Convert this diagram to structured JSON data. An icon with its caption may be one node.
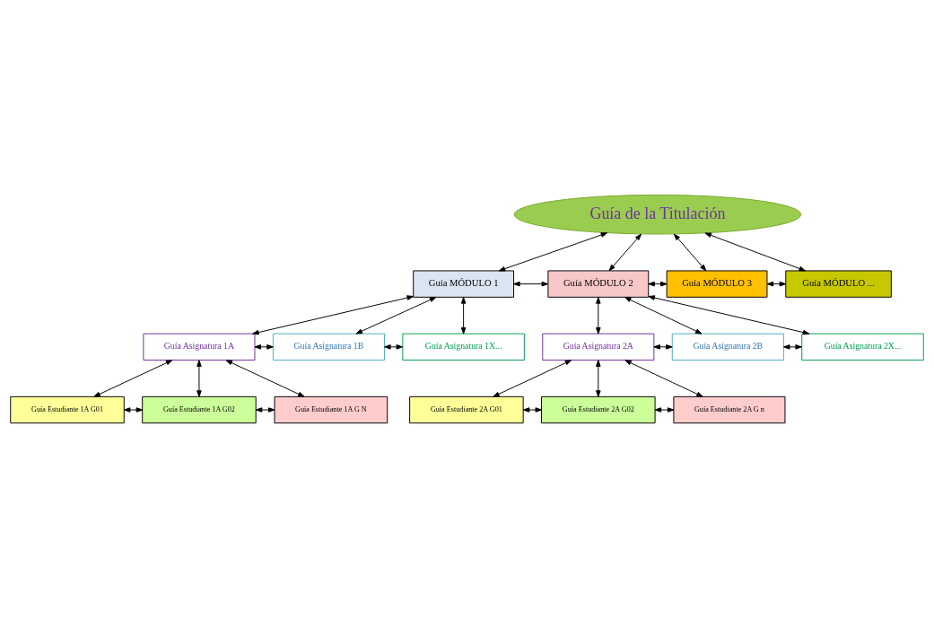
{
  "diagram": {
    "nodes": [
      {
        "text": [
          "Guía de la Titulación"
        ]
      },
      {
        "text": [
          "Guía MÓDULO 1"
        ]
      },
      {
        "text": [
          "Guía MÓDULO 2"
        ]
      },
      {
        "text": [
          "Guía MÓDULO 3"
        ]
      },
      {
        "text": [
          "Guía MÓDULO ..."
        ]
      },
      {
        "text": [
          "Guía Asignatura 1A"
        ]
      },
      {
        "text": [
          "Guía Asignatura 1B"
        ]
      },
      {
        "text": [
          "Guía Asignatura 1X..."
        ]
      },
      {
        "text": [
          "Guía Asignatura 2A"
        ]
      },
      {
        "text": [
          "Guía Asignatura 2B"
        ]
      },
      {
        "text": [
          "Guía Asignatura 2X..."
        ]
      },
      {
        "text": [
          "Guía Estudiante 1A G01"
        ]
      },
      {
        "text": [
          "Guía Estudiante 1A G02"
        ]
      },
      {
        "text": [
          "Guía Estudiante 1A G N"
        ]
      },
      {
        "text": [
          "Guía Estudiante 2A G01"
        ]
      },
      {
        "text": [
          "Guía Estudiante 2A G02"
        ]
      },
      {
        "text": [
          "Guía Estudiante 2A G n"
        ]
      }
    ],
    "edges": [
      {
        "from": 0,
        "to": 1,
        "arrow": "both"
      },
      {
        "from": 0,
        "to": 2,
        "arrow": "both"
      },
      {
        "from": 0,
        "to": 3,
        "arrow": "both"
      },
      {
        "from": 0,
        "to": 4,
        "arrow": "both"
      },
      {
        "from": 1,
        "to": 2,
        "arrow": "both"
      },
      {
        "from": 2,
        "to": 3,
        "arrow": "both"
      },
      {
        "from": 3,
        "to": 4,
        "arrow": "both"
      },
      {
        "from": 1,
        "to": 5,
        "arrow": "both"
      },
      {
        "from": 1,
        "to": 6,
        "arrow": "both"
      },
      {
        "from": 1,
        "to": 7,
        "arrow": "both"
      },
      {
        "from": 2,
        "to": 8,
        "arrow": "both"
      },
      {
        "from": 2,
        "to": 9,
        "arrow": "both"
      },
      {
        "from": 2,
        "to": 10,
        "arrow": "both"
      },
      {
        "from": 5,
        "to": 6,
        "arrow": "both"
      },
      {
        "from": 6,
        "to": 7,
        "arrow": "both"
      },
      {
        "from": 8,
        "to": 9,
        "arrow": "both"
      },
      {
        "from": 9,
        "to": 10,
        "arrow": "both"
      },
      {
        "from": 5,
        "to": 11,
        "arrow": "both"
      },
      {
        "from": 5,
        "to": 12,
        "arrow": "both"
      },
      {
        "from": 5,
        "to": 13,
        "arrow": "both"
      },
      {
        "from": 11,
        "to": 12,
        "arrow": "both"
      },
      {
        "from": 12,
        "to": 13,
        "arrow": "both"
      },
      {
        "from": 8,
        "to": 14,
        "arrow": "both"
      },
      {
        "from": 8,
        "to": 15,
        "arrow": "both"
      },
      {
        "from": 8,
        "to": 16,
        "arrow": "both"
      },
      {
        "from": 14,
        "to": 15,
        "arrow": "both"
      },
      {
        "from": 15,
        "to": 16,
        "arrow": "both"
      }
    ]
  }
}
